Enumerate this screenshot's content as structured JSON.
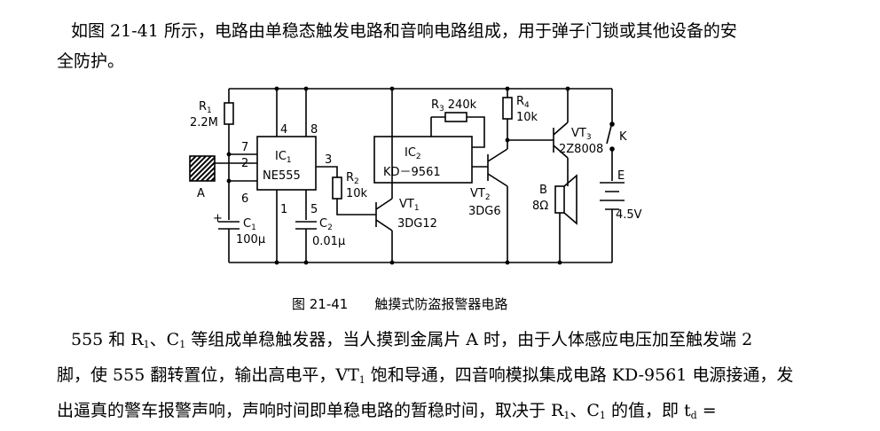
{
  "intro": {
    "line1": "如图 21-41 所示，电路由单稳态触发电路和音响电路组成，用于弹子门锁或其他设备的安",
    "line2": "全防护。"
  },
  "caption": {
    "number": "图 21-41",
    "title": "触摸式防盗报警器电路"
  },
  "circuit": {
    "r1": {
      "name": "R",
      "sub": "1",
      "value": "2.2M"
    },
    "ic1": {
      "name": "IC",
      "sub": "1",
      "model": "NE555"
    },
    "pins": {
      "p7": "7",
      "p2": "2",
      "p6": "6",
      "p4": "4",
      "p8": "8",
      "p3": "3",
      "p1": "1",
      "p5": "5"
    },
    "touch_plate": "A",
    "c1": {
      "name": "C",
      "sub": "1",
      "value": "100μ",
      "polarity": "+"
    },
    "c2": {
      "name": "C",
      "sub": "2",
      "value": "0.01μ"
    },
    "r2": {
      "name": "R",
      "sub": "2",
      "value": "10k"
    },
    "vt1": {
      "name": "VT",
      "sub": "1",
      "model": "3DG12"
    },
    "ic2": {
      "name": "IC",
      "sub": "2",
      "model": "KD－9561"
    },
    "r3": {
      "name": "R",
      "sub": "3",
      "value": "240k"
    },
    "r4": {
      "name": "R",
      "sub": "4",
      "value": "10k"
    },
    "vt2": {
      "name": "VT",
      "sub": "2",
      "model": "3DG6"
    },
    "vt3": {
      "name": "VT",
      "sub": "3",
      "model": "2Z8008"
    },
    "speaker": {
      "name": "B",
      "value": "8Ω"
    },
    "switch": "K",
    "battery": {
      "name": "E",
      "value": "4.5V"
    }
  },
  "body": {
    "l1_a": "555 和 R",
    "l1_s1": "1",
    "l1_b": "、C",
    "l1_s2": "1",
    "l1_c": " 等组成单稳触发器，当人摸到金属片 A 时，由于人体感应电压加至触发端 2",
    "l2_a": "脚，使 555 翻转置位，输出高电平，VT",
    "l2_s1": "1",
    "l2_b": " 饱和导通，四音响模拟集成电路 KD-9561 电源接通，发",
    "l3_a": "出逼真的警车报警声响，声响时间即单稳电路的暂稳时间，取决于 R",
    "l3_s1": "1",
    "l3_b": "、C",
    "l3_s2": "1",
    "l3_c": " 的值，即 t",
    "l3_s3": "d",
    "l3_d": " ="
  }
}
